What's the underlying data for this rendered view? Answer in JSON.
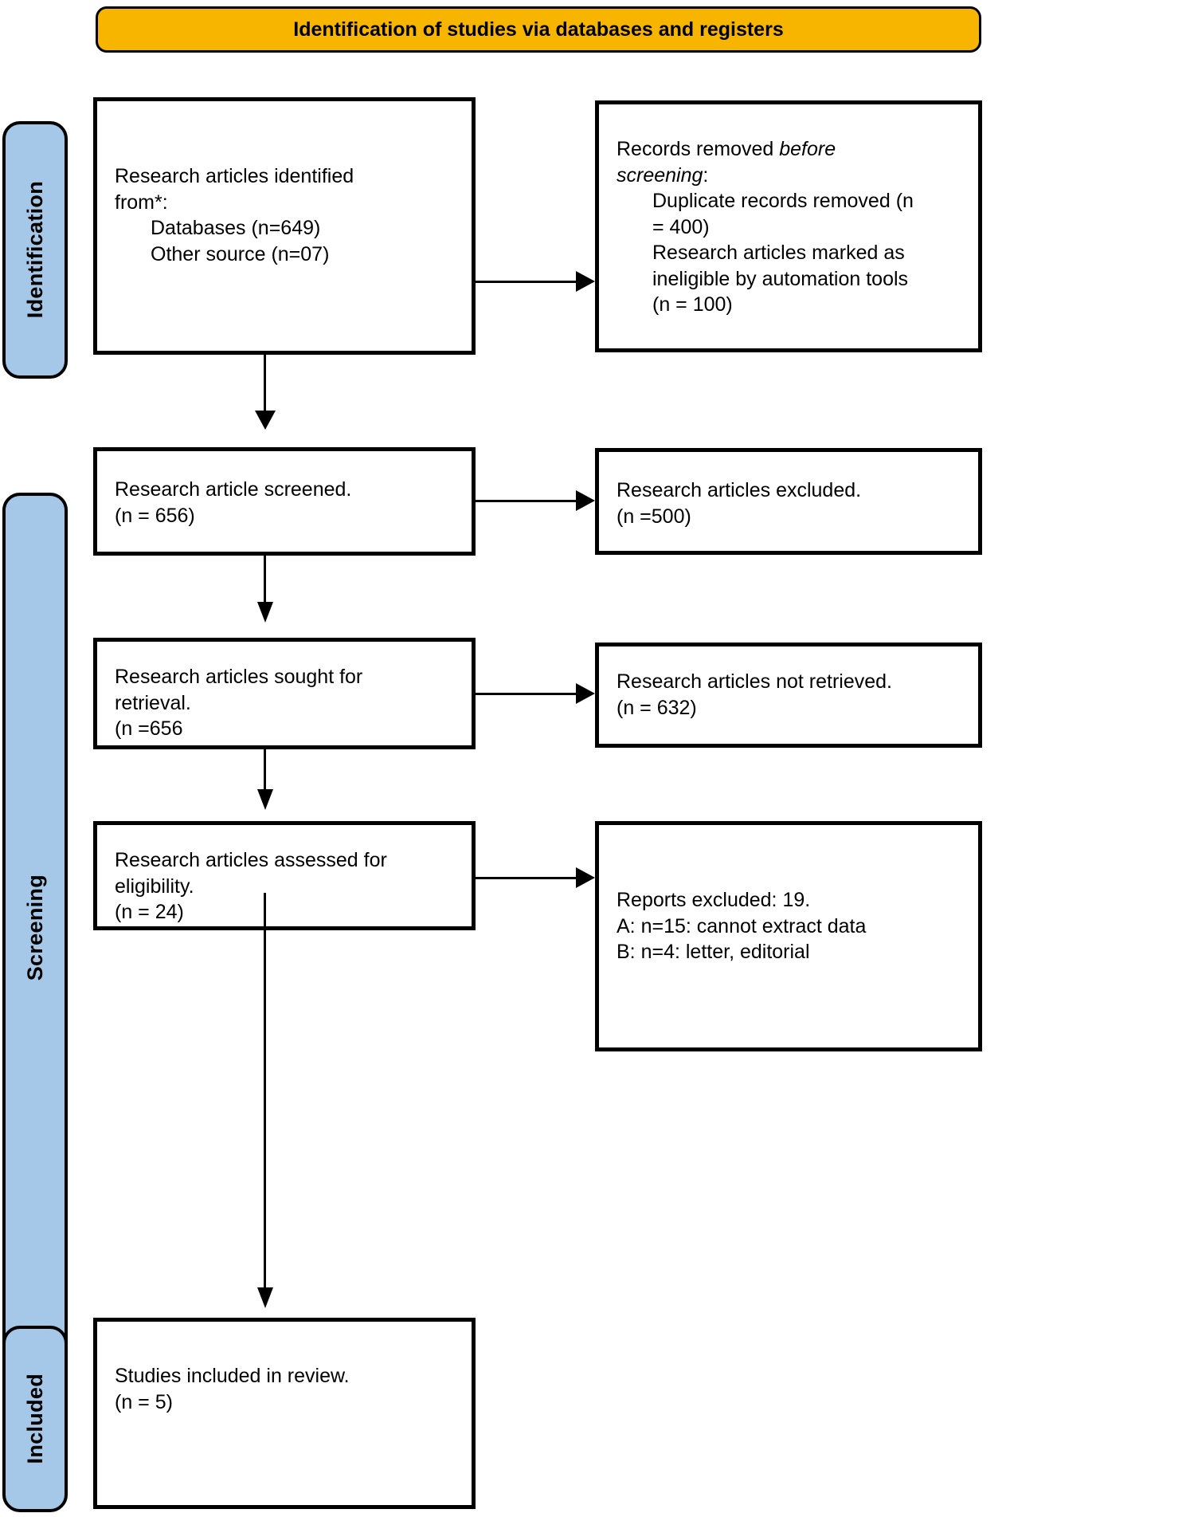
{
  "banner": {
    "title": "Identification of studies via databases and registers",
    "fill_color": "#F7B500",
    "border_color": "#000000"
  },
  "stage_labels": {
    "identification": "Identification",
    "screening": "Screening",
    "included": "Included",
    "fill_color": "#A5C8E8"
  },
  "boxes": {
    "identified": {
      "line1": "Research articles identified",
      "line2": "from*:",
      "line3": "Databases (n=649)",
      "line4": "Other source (n=07)"
    },
    "removed": {
      "line1": "Records removed ",
      "line1_italic": "before",
      "line2_italic": "screening",
      "line2_tail": ":",
      "line3": "Duplicate records removed (n",
      "line4": "= 400)",
      "line5": "Research articles marked as",
      "line6": "ineligible by automation tools",
      "line7": "(n = 100)"
    },
    "screened": {
      "line1": "Research article screened.",
      "line2": "(n = 656)"
    },
    "excluded": {
      "line1": "Research articles excluded.",
      "line2": "(n =500)"
    },
    "sought": {
      "line1": "Research articles sought for",
      "line2": "retrieval.",
      "line3": "(n =656"
    },
    "not_retrieved": {
      "line1": "Research articles not retrieved.",
      "line2": "(n = 632)"
    },
    "assessed": {
      "line1": "Research articles assessed for",
      "line2": "eligibility.",
      "line3": "(n = 24)"
    },
    "reports_excluded": {
      "line1": "Reports excluded: 19.",
      "line2": "A: n=15: cannot extract data",
      "line3": "B: n=4: letter, editorial"
    },
    "included": {
      "line1": "Studies included in review.",
      "line2": "(n = 5)"
    }
  },
  "flow_data": {
    "type": "prisma-flow",
    "counts": {
      "databases": 649,
      "other_source": 7,
      "duplicates_removed": 400,
      "ineligible_automation": 100,
      "screened": 656,
      "excluded_screening": 500,
      "sought_for_retrieval": 656,
      "not_retrieved": 632,
      "assessed_for_eligibility": 24,
      "reports_excluded_total": 19,
      "reports_excluded_A_cannot_extract": 15,
      "reports_excluded_B_letter_editorial": 4,
      "studies_included": 5
    }
  }
}
